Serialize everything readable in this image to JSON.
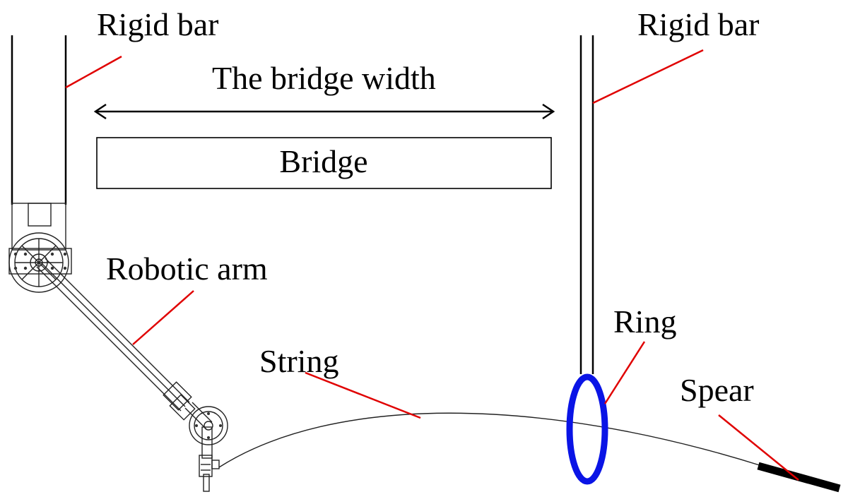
{
  "labels": {
    "rigid_bar_left": "Rigid bar",
    "rigid_bar_right": "Rigid bar",
    "bridge_width": "The bridge width",
    "bridge": "Bridge",
    "robotic_arm": "Robotic arm",
    "string": "String",
    "ring": "Ring",
    "spear": "Spear"
  },
  "colors": {
    "leader": "#e00000",
    "ring": "#0a14e6",
    "line": "#000000"
  }
}
